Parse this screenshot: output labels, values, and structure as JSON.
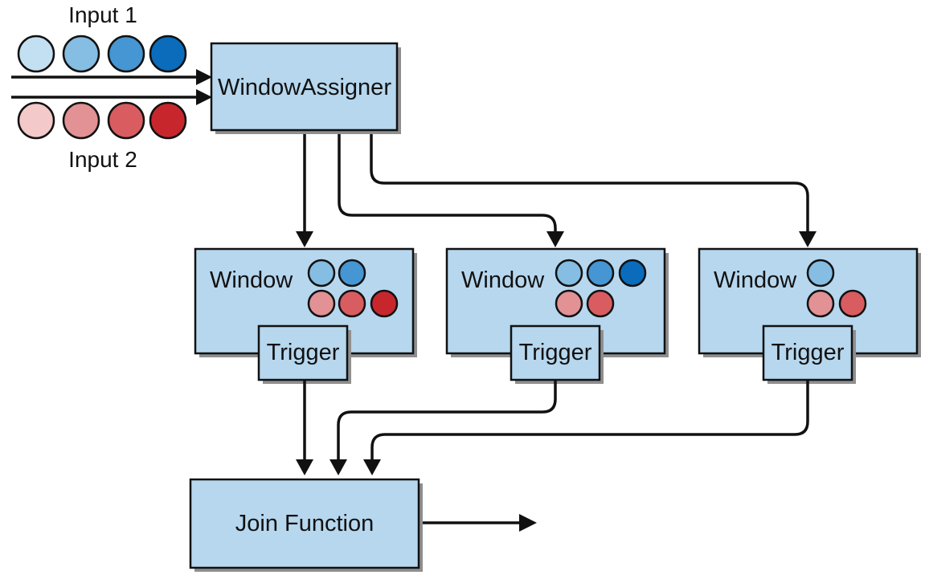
{
  "inputs": [
    {
      "label": "Input 1",
      "circle_colors": [
        "#c3e0f2",
        "#85bde3",
        "#4596d3",
        "#0a6cbb"
      ]
    },
    {
      "label": "Input 2",
      "circle_colors": [
        "#f3c9ca",
        "#e29194",
        "#d95c61",
        "#c8262d"
      ]
    }
  ],
  "window_assigner": {
    "label": "WindowAssigner"
  },
  "windows": [
    {
      "label": "Window",
      "trigger_label": "Trigger",
      "blue_circles": [
        "#85bde3",
        "#4596d3"
      ],
      "red_circles": [
        "#e29194",
        "#d95c61",
        "#c8262d"
      ]
    },
    {
      "label": "Window",
      "trigger_label": "Trigger",
      "blue_circles": [
        "#85bde3",
        "#4596d3",
        "#0a6cbb"
      ],
      "red_circles": [
        "#e29194",
        "#d95c61"
      ]
    },
    {
      "label": "Window",
      "trigger_label": "Trigger",
      "blue_circles": [
        "#85bde3"
      ],
      "red_circles": [
        "#e29194",
        "#d95c61"
      ]
    }
  ],
  "join_function": {
    "label": "Join Function"
  },
  "colors": {
    "box_fill": "#b6d7ee",
    "stroke": "#111111",
    "shadow": "#8f8f8f"
  }
}
